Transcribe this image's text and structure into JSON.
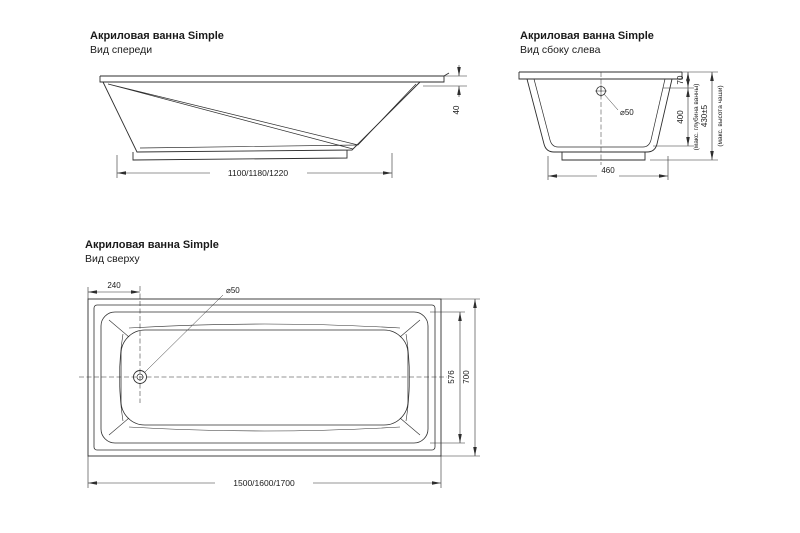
{
  "colors": {
    "background": "#ffffff",
    "line": "#2e2e2e",
    "text": "#1a1a1a"
  },
  "views": {
    "front": {
      "title": "Акриловая ванна",
      "product": "Simple",
      "subtitle": "Вид спереди",
      "dim_length": "1100/1180/1220",
      "dim_rim_height": "40"
    },
    "side": {
      "title": "Акриловая ванна",
      "product": "Simple",
      "subtitle": "Вид сбоку слева",
      "dim_drain": "⌀50",
      "dim_rim_drop": "70",
      "dim_depth": "400",
      "dim_depth_note": "(макс. глубина ванны)",
      "dim_height": "430±5",
      "dim_height_note": "(макс. высота чаши)",
      "dim_base_width": "460"
    },
    "top": {
      "title": "Акриловая ванна",
      "product": "Simple",
      "subtitle": "Вид сверху",
      "dim_drain_offset": "240",
      "dim_drain": "⌀50",
      "dim_inner_width": "576",
      "dim_outer_width": "700",
      "dim_length": "1500/1600/1700"
    }
  }
}
